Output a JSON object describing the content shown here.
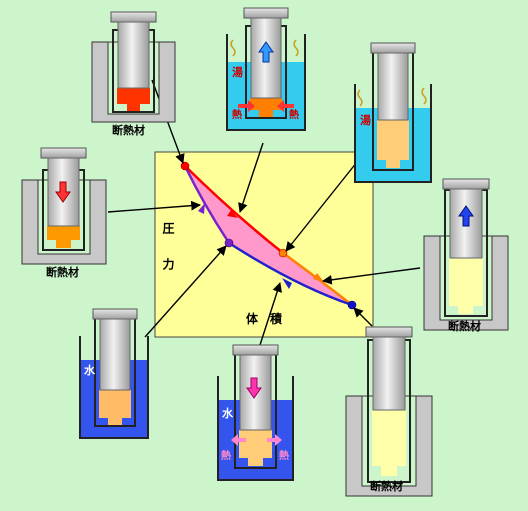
{
  "diagram": {
    "y_axis_label": "圧　力",
    "x_axis_label": "体　積"
  },
  "labels": {
    "insulator": "断熱材",
    "hot_water": "湯",
    "cold_water": "水",
    "heat": "熱"
  },
  "colors": {
    "background": "#ccf5cc",
    "plot_area": "#ffff99",
    "cycle_fill": "#ff99cc",
    "high_temp_curve": "#ff0000",
    "low_temp_curve": "#2222cc",
    "adiabatic_curve": "#ff7f00",
    "hot_water": "#33ccee",
    "cold_water": "#3355ee",
    "insulator_gray": "#c8c8c8"
  }
}
